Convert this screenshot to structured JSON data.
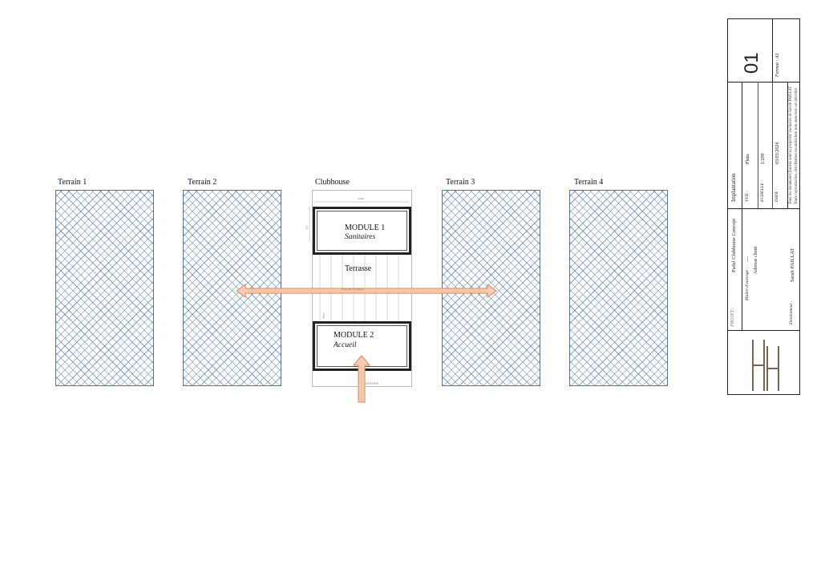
{
  "courts": [
    {
      "label": "Terrain 1"
    },
    {
      "label": "Terrain 2"
    },
    {
      "label": "Terrain 3"
    },
    {
      "label": "Terrain 4"
    }
  ],
  "clubhouse": {
    "label": "Clubhouse",
    "width_dim": "1000",
    "height_dim": "300",
    "terrasse": "Terrasse",
    "module1": {
      "title": "MODULE 1",
      "subtitle": "Sanitaires"
    },
    "module2": {
      "title": "MODULE 2",
      "subtitle": "Accueil"
    },
    "flow_label": "Flux de circulation",
    "entry_label": "ENTREE",
    "side_note": "Banc"
  },
  "title_block": {
    "number": "01",
    "format": "Format : A3",
    "projet_label": "PROJET :",
    "projet_value": "Padel Clubhouse Concept",
    "moa_label": "Maître d'ouvrage :",
    "moa_value": "----",
    "address_value": "Adresse client",
    "dessinateur_label": "Dessinateur :",
    "dessinateur_value": "Sarah PAILLAT",
    "sheet_title": "Implantation",
    "vue_label": "VUE :",
    "vue_value": "Plans",
    "echelle_label": "ECHELLE :",
    "echelle_value": "1/200",
    "date_label": "DATE :",
    "date_value": "03/03/2024",
    "legal_line1": "Tous les documents fournis sont la propriété exclusive de  Sarah PAILLAT.",
    "legal_line2": "Toute reproduction, distribution ou utilisation non autorisée est interdite."
  },
  "colors": {
    "court_hatch": "#4a76a8",
    "arrow": "#e8a47a",
    "logo": "#7a6650"
  }
}
